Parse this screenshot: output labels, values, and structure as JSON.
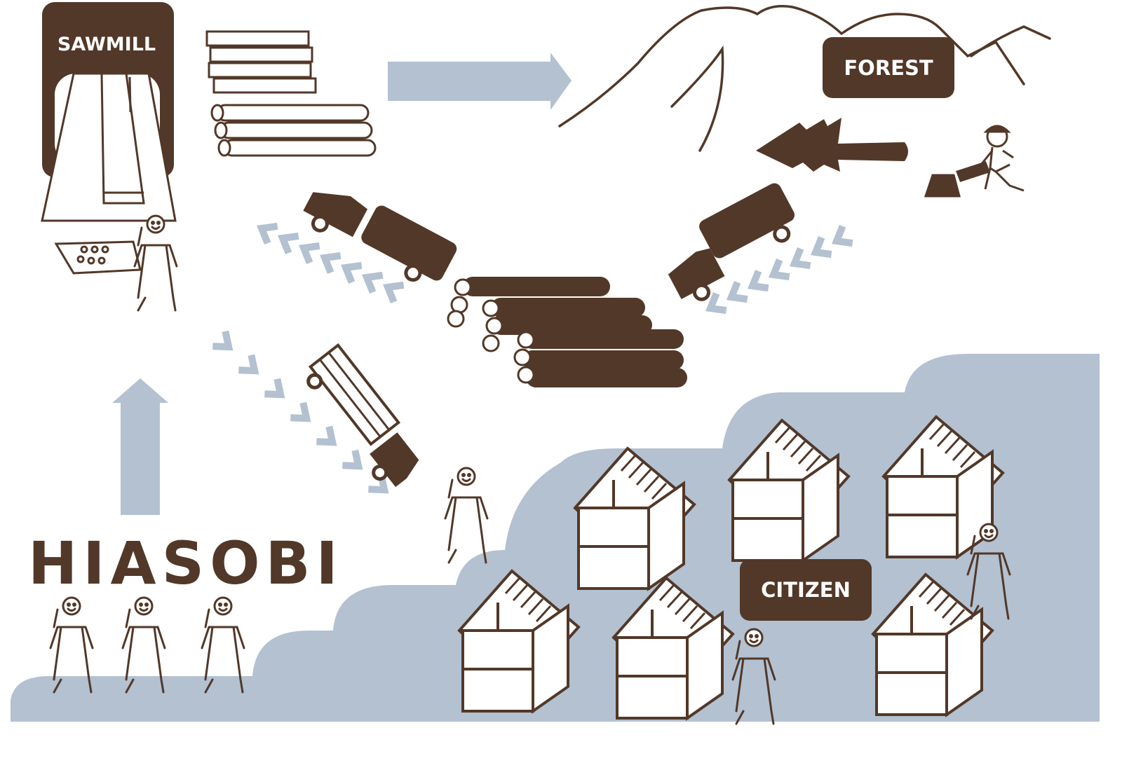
{
  "labels": {
    "sawmill": "SAWMILL",
    "forest": "FOREST",
    "citizen": "CITIZEN",
    "hiasobi": "HIASOBI"
  },
  "colors": {
    "brown": "#523828",
    "blue_grey": "#b3c1d1",
    "white": "#ffffff"
  }
}
